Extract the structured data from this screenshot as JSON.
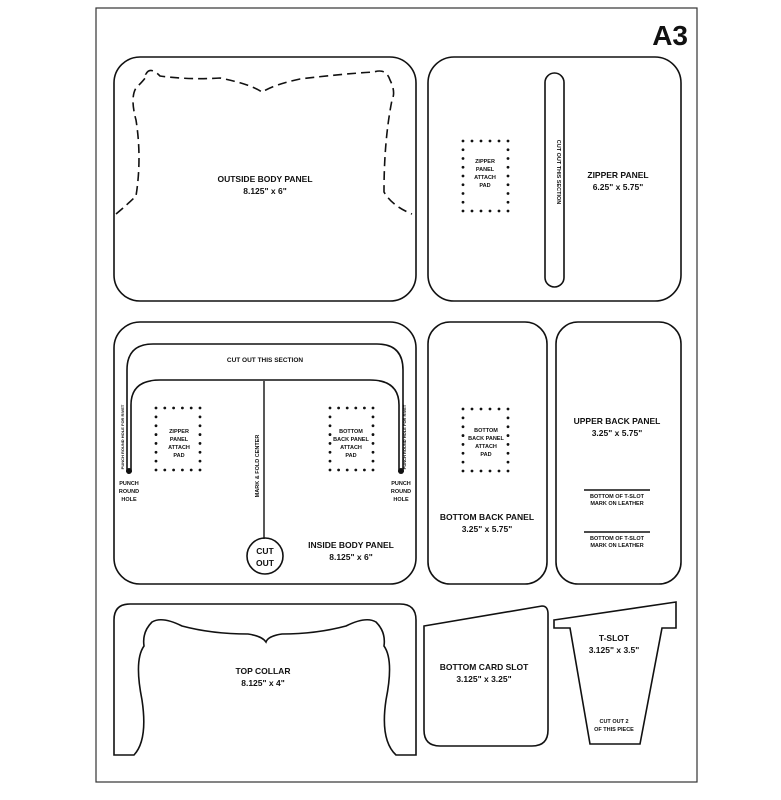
{
  "page_label": "A3",
  "pieces": {
    "outside_body": {
      "name": "OUTSIDE BODY PANEL",
      "size": "8.125\" x 6\""
    },
    "zipper_panel": {
      "name": "ZIPPER PANEL",
      "size": "6.25\" x 5.75\"",
      "cut_out": "CUT OUT THIS SECTION",
      "pad": [
        "ZIPPER",
        "PANEL",
        "ATTACH",
        "PAD"
      ]
    },
    "inside_body": {
      "name": "INSIDE BODY PANEL",
      "size": "8.125\" x 6\"",
      "cut_section": "CUT OUT THIS SECTION",
      "fold": "MARK & FOLD CENTER",
      "cut_out": [
        "CUT",
        "OUT"
      ],
      "punch": [
        "PUNCH",
        "ROUND",
        "HOLE"
      ],
      "side_note": "PUNCH ROUND HOLE FOR RIVET",
      "pad_left": [
        "ZIPPER",
        "PANEL",
        "ATTACH",
        "PAD"
      ],
      "pad_right": [
        "BOTTOM",
        "BACK PANEL",
        "ATTACH",
        "PAD"
      ]
    },
    "bottom_back": {
      "name": "BOTTOM BACK PANEL",
      "size": "3.25\" x 5.75\"",
      "pad": [
        "BOTTOM",
        "BACK PANEL",
        "ATTACH",
        "PAD"
      ]
    },
    "upper_back": {
      "name": "UPPER BACK PANEL",
      "size": "3.25\" x 5.75\"",
      "marks": [
        [
          "BOTTOM OF T-SLOT",
          "MARK ON LEATHER"
        ],
        [
          "BOTTOM OF T-SLOT",
          "MARK ON LEATHER"
        ]
      ]
    },
    "top_collar": {
      "name": "TOP COLLAR",
      "size": "8.125\" x 4\""
    },
    "bottom_card_slot": {
      "name": "BOTTOM CARD SLOT",
      "size": "3.125\" x 3.25\""
    },
    "t_slot": {
      "name": "T-SLOT",
      "size": "3.125\" x 3.5\"",
      "note": [
        "CUT OUT 2",
        "OF THIS PIECE"
      ]
    }
  }
}
